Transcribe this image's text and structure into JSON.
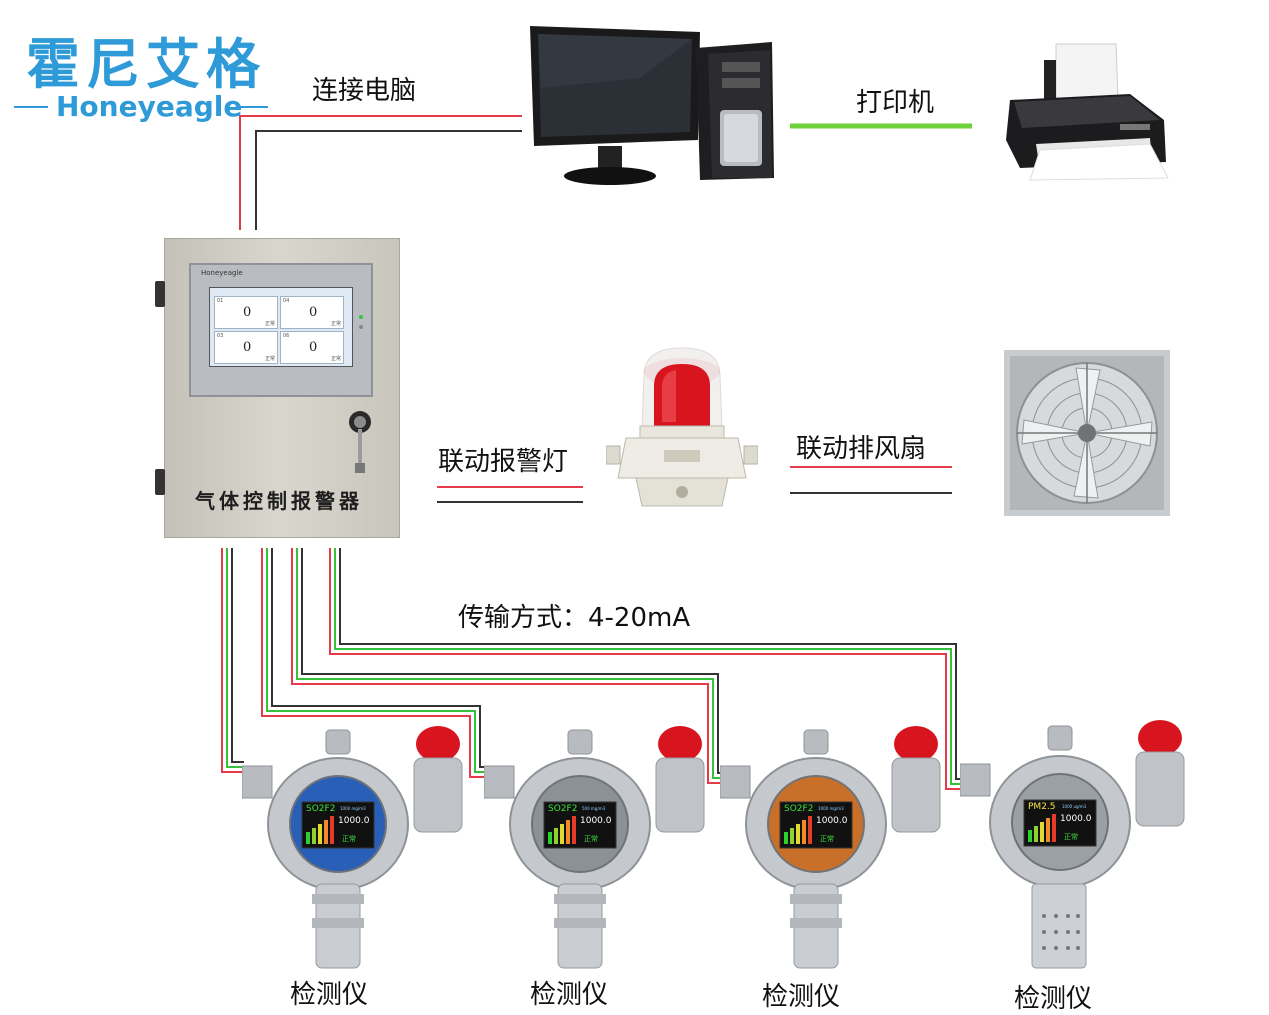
{
  "logo": {
    "cn": "霍尼艾格",
    "en": "Honeyeagle"
  },
  "labels": {
    "pc": "连接电脑",
    "printer": "打印机",
    "alarm_light": "联动报警灯",
    "fan": "联动排风扇",
    "transmission": "传输方式：4-20mA"
  },
  "controller": {
    "brand": "Honeyeagle",
    "title": "气体控制报警器",
    "cells": [
      {
        "id": "01",
        "value": "0",
        "status": "正常"
      },
      {
        "id": "04",
        "value": "0",
        "status": "正常"
      },
      {
        "id": "03",
        "value": "0",
        "status": "正常"
      },
      {
        "id": "06",
        "value": "0",
        "status": "正常"
      }
    ]
  },
  "detectors": [
    {
      "label": "检测仪",
      "gas": "SO2F2",
      "unit": "1000 mg/m3",
      "reading": "1000.0",
      "status": "正常",
      "face": "#2a5fb8"
    },
    {
      "label": "检测仪",
      "gas": "SO2F2",
      "unit": "500 mg/m3",
      "reading": "1000.0",
      "status": "正常",
      "face": "#8a9296"
    },
    {
      "label": "检测仪",
      "gas": "SO2F2",
      "unit": "1000 mg/m3",
      "reading": "1000.0",
      "status": "正常",
      "face": "#c8702a"
    },
    {
      "label": "检测仪",
      "gas": "PM2.5",
      "unit": "1000 ug/m3",
      "reading": "1000.0",
      "status": "正常",
      "face": "#9aa0a3"
    }
  ],
  "colors": {
    "wire_red": "#e43a4a",
    "wire_green": "#35c23a",
    "wire_dark": "#333333",
    "logo_blue": "#2f9ad8",
    "cabinet": "#cfcdc3",
    "lamp_red": "#d8141e"
  }
}
